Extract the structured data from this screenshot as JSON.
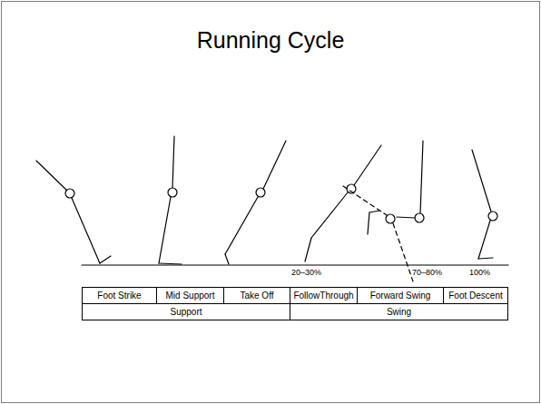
{
  "diagram": {
    "title": "Running Cycle",
    "nodes": [
      {
        "text": [
          "Foot Strike"
        ]
      },
      {
        "text": [
          "Mid Support"
        ]
      },
      {
        "text": [
          "Take Off"
        ]
      },
      {
        "text": [
          "FollowThrough"
        ]
      },
      {
        "text": [
          "Forward Swing"
        ]
      },
      {
        "text": [
          "Foot Descent"
        ]
      },
      {
        "text": [
          "Support"
        ]
      },
      {
        "text": [
          "Swing"
        ]
      }
    ],
    "labels": [
      "20–30%",
      "70–80%",
      "100%"
    ]
  }
}
